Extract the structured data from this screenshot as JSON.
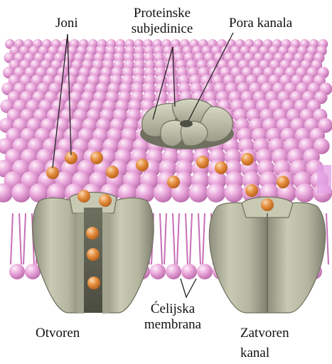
{
  "labels": {
    "ions": "Joni",
    "protein_subunits_line1": "Proteinske",
    "protein_subunits_line2": "subjedinice",
    "channel_pore": "Pora kanala",
    "open": "Otvoren",
    "cell_membrane_line1": "Ćelijska",
    "cell_membrane_line2": "membrana",
    "closed_line1": "Zatvoren",
    "closed_line2": "kanal"
  },
  "colors": {
    "membrane_pink": "#e8a6d8",
    "membrane_highlight": "#fbe6f6",
    "membrane_shadow": "#b56aa6",
    "tail_pink": "#c86eb7",
    "protein_gray": "#b9b9a3",
    "protein_dark": "#7d7e6d",
    "ion_orange": "#e28a3c",
    "ion_highlight": "#f7c99a"
  },
  "icons": {
    "ion": "orange-sphere",
    "lipid_head": "pink-sphere"
  }
}
